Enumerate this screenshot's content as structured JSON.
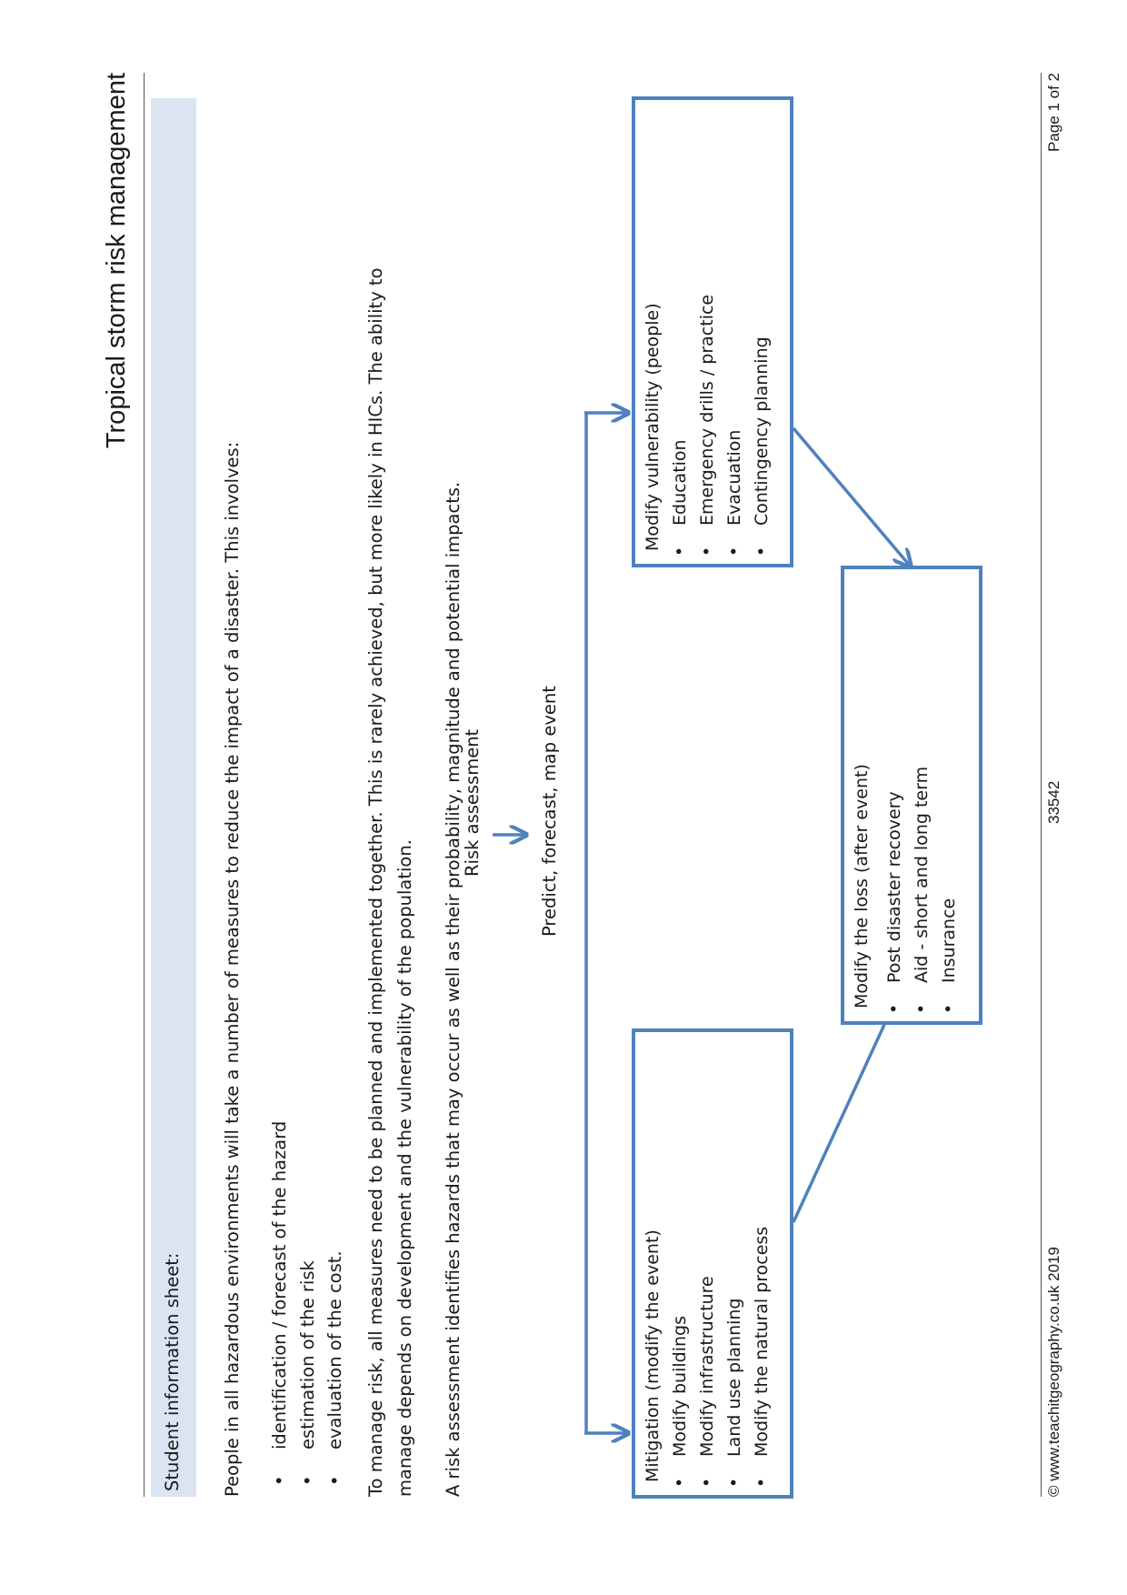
{
  "header": {
    "title": "Tropical storm risk management"
  },
  "banner": {
    "text": "Student information sheet:"
  },
  "intro": {
    "text": "People in all hazardous environments will take a number of measures to reduce the impact of a disaster. This involves:",
    "bullets": [
      "identification / forecast of the hazard",
      "estimation of the risk",
      "evaluation of the cost."
    ]
  },
  "para2": {
    "line1": "To manage risk, all measures need to be planned and implemented together. This is rarely achieved, but more likely in HICs. The ability to",
    "line2": "manage depends on development and the vulnerability of the population."
  },
  "para3": {
    "text": "A risk assessment identifies hazards that may occur as well as their probability, magnitude and potential impacts."
  },
  "flow": {
    "risk_assessment": "Risk assessment",
    "predict": "Predict, forecast, map event"
  },
  "boxes": {
    "mitigation": {
      "title": "Mitigation (modify the event)",
      "items": [
        "Modify buildings",
        "Modify infrastructure",
        "Land use planning",
        "Modify the natural process"
      ]
    },
    "vulnerability": {
      "title": "Modify vulnerability (people)",
      "items": [
        "Education",
        "Emergency drills / practice",
        "Evacuation",
        "Contingency planning"
      ]
    },
    "loss": {
      "title": "Modify the loss (after event)",
      "items": [
        "Post disaster recovery",
        "Aid - short and long term",
        "Insurance"
      ]
    }
  },
  "colors": {
    "accent": "#4f81bd",
    "banner": "#dbe5f1"
  },
  "footer": {
    "copyright": "© www.teachitgeography.co.uk 2019",
    "code": "33542",
    "page": "Page 1 of 2"
  }
}
